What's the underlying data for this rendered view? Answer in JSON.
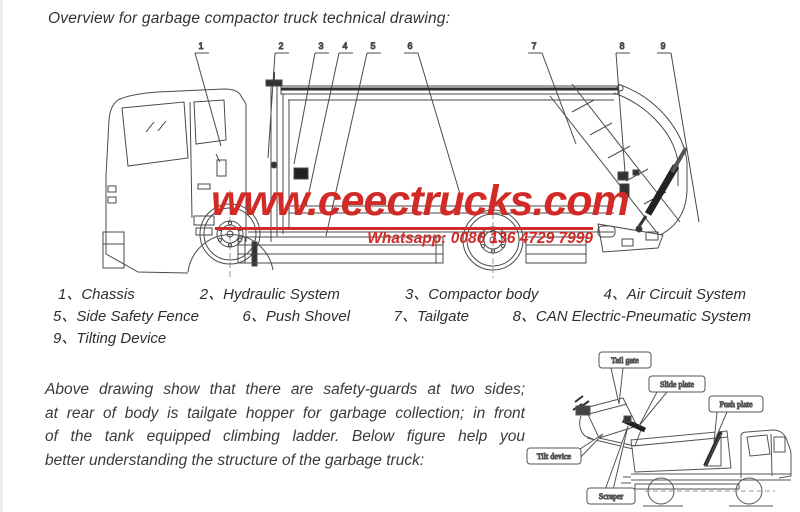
{
  "title": "Overview for garbage compactor truck technical drawing:",
  "watermark": {
    "site": "www.ceectrucks.com",
    "whatsapp": "Whatsapp: 0086 136 4729 7999",
    "color": "#d22b27"
  },
  "drawing": {
    "callout_numbers": [
      "1",
      "2",
      "3",
      "4",
      "5",
      "6",
      "7",
      "8",
      "9"
    ]
  },
  "legend": {
    "items": [
      {
        "number": "1、",
        "label": "Chassis"
      },
      {
        "number": "2、",
        "label": "Hydraulic System"
      },
      {
        "number": "3、",
        "label": "Compactor body"
      },
      {
        "number": "4、",
        "label": "Air Circuit System"
      },
      {
        "number": "5、",
        "label": "Side Safety Fence"
      },
      {
        "number": "6、",
        "label": "Push Shovel"
      },
      {
        "number": "7、",
        "label": "Tailgate"
      },
      {
        "number": "8、",
        "label": "CAN Electric-Pneumatic System"
      },
      {
        "number": "9、",
        "label": "Tilting Device"
      }
    ]
  },
  "paragraph": {
    "lines": [
      "Above drawing show that there are safety-guards at two sides;",
      "at rear of body is tailgate hopper for garbage collection; in front",
      "of the tank equipped climbing ladder. Below figure help you",
      "better understanding the structure of the garbage truck:"
    ]
  },
  "small_diagram": {
    "labels": [
      "Tail gate",
      "Slide plate",
      "Push plate",
      "Tilt device",
      "Scraper"
    ]
  }
}
